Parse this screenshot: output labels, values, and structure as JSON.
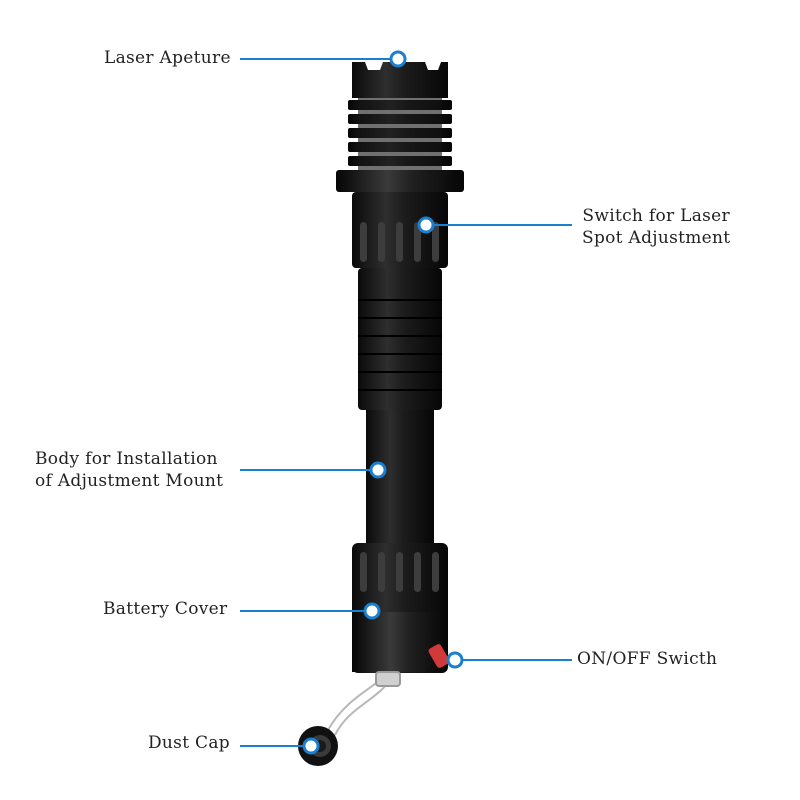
{
  "colors": {
    "accent": "#1a7fd1",
    "body": "#141414",
    "highlight": "#3a3a3a",
    "switch": "#d23a3a"
  },
  "callouts": {
    "aperture": {
      "text": "Laser Apeture"
    },
    "spot": {
      "line1": "Switch for Laser",
      "line2": "Spot Adjustment"
    },
    "body": {
      "line1": "Body for Installation",
      "line2": "of Adjustment Mount"
    },
    "battery": {
      "text": "Battery Cover"
    },
    "switch": {
      "text": "ON/OFF Swicth"
    },
    "dustcap": {
      "text": "Dust Cap"
    }
  }
}
